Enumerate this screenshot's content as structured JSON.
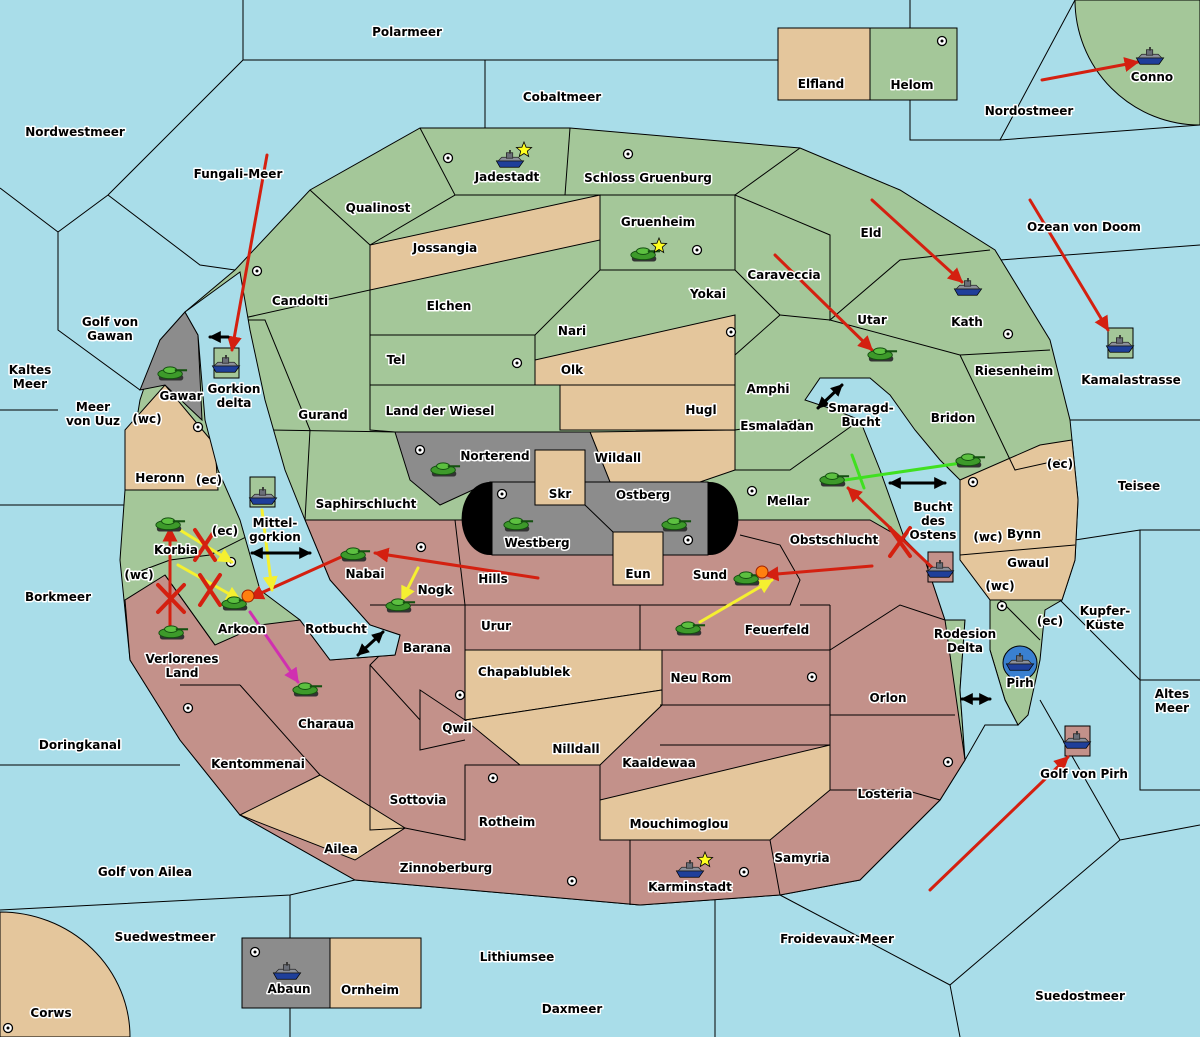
{
  "colors": {
    "sea": "#a9dde9",
    "green": "#a4c799",
    "tan": "#e4c69c",
    "red": "#c3918a",
    "gray": "#8c8c8c",
    "move": "#d42010",
    "support": "#f5f030",
    "convoy": "#d030b0",
    "ally": "#40e020"
  },
  "labels": [
    {
      "text": "Polarmeer",
      "kind": "sea"
    },
    {
      "text": "Cobaltmeer",
      "kind": "sea"
    },
    {
      "text": "Nordwestmeer",
      "kind": "sea"
    },
    {
      "text": "Fungali-Meer",
      "kind": "sea"
    },
    {
      "text": "Nordostmeer",
      "kind": "sea"
    },
    {
      "text": "Ozean von Doom",
      "kind": "sea"
    },
    {
      "text": "Golf von\nGawan",
      "kind": "sea"
    },
    {
      "text": "Kaltes\nMeer",
      "kind": "sea"
    },
    {
      "text": "Meer\nvon Uuz",
      "kind": "sea"
    },
    {
      "text": "Kamalastrasse",
      "kind": "sea"
    },
    {
      "text": "Teisee",
      "kind": "sea"
    },
    {
      "text": "Borkmeer",
      "kind": "sea"
    },
    {
      "text": "Kupfer-\nKüste",
      "kind": "sea"
    },
    {
      "text": "Altes\nMeer",
      "kind": "sea"
    },
    {
      "text": "Doringkanal",
      "kind": "sea"
    },
    {
      "text": "Golf von Pirh",
      "kind": "sea"
    },
    {
      "text": "Golf von Ailea",
      "kind": "sea"
    },
    {
      "text": "Suedwestmeer",
      "kind": "sea"
    },
    {
      "text": "Froidevaux-Meer",
      "kind": "sea"
    },
    {
      "text": "Lithiumsee",
      "kind": "sea"
    },
    {
      "text": "Daxmeer",
      "kind": "sea"
    },
    {
      "text": "Suedostmeer",
      "kind": "sea"
    },
    {
      "text": "Corws",
      "kind": "land"
    },
    {
      "text": "Rotbucht",
      "kind": "sea"
    },
    {
      "text": "Mittel-\ngorkion",
      "kind": "sea"
    },
    {
      "text": "Gorkion\ndelta",
      "kind": "sea"
    },
    {
      "text": "Smaragd-\nBucht",
      "kind": "sea"
    },
    {
      "text": "Bucht\ndes\nOstens",
      "kind": "sea"
    },
    {
      "text": "Rodesion\nDelta",
      "kind": "sea"
    },
    {
      "text": "Conno",
      "kind": "land"
    },
    {
      "text": "Elfland",
      "kind": "land"
    },
    {
      "text": "Helom",
      "kind": "land"
    },
    {
      "text": "Jadestadt",
      "kind": "land"
    },
    {
      "text": "Schloss Gruenburg",
      "kind": "land"
    },
    {
      "text": "Qualinost",
      "kind": "land"
    },
    {
      "text": "Gruenheim",
      "kind": "land"
    },
    {
      "text": "Jossangia",
      "kind": "land"
    },
    {
      "text": "Eld",
      "kind": "land"
    },
    {
      "text": "Caraveccia",
      "kind": "land"
    },
    {
      "text": "Candolti",
      "kind": "land"
    },
    {
      "text": "Elchen",
      "kind": "land"
    },
    {
      "text": "Yokai",
      "kind": "land"
    },
    {
      "text": "Nari",
      "kind": "land"
    },
    {
      "text": "Utar",
      "kind": "land"
    },
    {
      "text": "Kath",
      "kind": "land"
    },
    {
      "text": "Tel",
      "kind": "land"
    },
    {
      "text": "Olk",
      "kind": "land"
    },
    {
      "text": "Riesenheim",
      "kind": "land"
    },
    {
      "text": "Amphi",
      "kind": "land"
    },
    {
      "text": "Gawar",
      "kind": "land"
    },
    {
      "text": "Gurand",
      "kind": "land"
    },
    {
      "text": "Land der Wiesel",
      "kind": "land"
    },
    {
      "text": "Hugl",
      "kind": "land"
    },
    {
      "text": "Bridon",
      "kind": "land"
    },
    {
      "text": "Esmaladan",
      "kind": "land"
    },
    {
      "text": "Norterend",
      "kind": "land"
    },
    {
      "text": "Wildall",
      "kind": "land"
    },
    {
      "text": "Heronn",
      "kind": "land"
    },
    {
      "text": "(ec)",
      "kind": "coast"
    },
    {
      "text": "(ec)",
      "kind": "coast"
    },
    {
      "text": "Skr",
      "kind": "land"
    },
    {
      "text": "Ostberg",
      "kind": "land"
    },
    {
      "text": "Mellar",
      "kind": "land"
    },
    {
      "text": "Saphirschlucht",
      "kind": "land"
    },
    {
      "text": "Westberg",
      "kind": "land"
    },
    {
      "text": "Obstschlucht",
      "kind": "land"
    },
    {
      "text": "Bynn",
      "kind": "land"
    },
    {
      "text": "(wc)",
      "kind": "coast"
    },
    {
      "text": "(ec)",
      "kind": "coast"
    },
    {
      "text": "Korbia",
      "kind": "land"
    },
    {
      "text": "(wc)",
      "kind": "coast"
    },
    {
      "text": "Nabai",
      "kind": "land"
    },
    {
      "text": "Hills",
      "kind": "land"
    },
    {
      "text": "Nogk",
      "kind": "land"
    },
    {
      "text": "Eun",
      "kind": "land"
    },
    {
      "text": "Sund",
      "kind": "land"
    },
    {
      "text": "Gwaul",
      "kind": "land"
    },
    {
      "text": "(wc)",
      "kind": "coast"
    },
    {
      "text": "Arkoon",
      "kind": "land"
    },
    {
      "text": "Urur",
      "kind": "land"
    },
    {
      "text": "Feuerfeld",
      "kind": "land"
    },
    {
      "text": "(ec)",
      "kind": "coast"
    },
    {
      "text": "Barana",
      "kind": "land"
    },
    {
      "text": "Verlorenes\nLand",
      "kind": "land"
    },
    {
      "text": "Chapablublek",
      "kind": "land"
    },
    {
      "text": "Neu Rom",
      "kind": "land"
    },
    {
      "text": "Pirh",
      "kind": "land"
    },
    {
      "text": "Orlon",
      "kind": "land"
    },
    {
      "text": "Charaua",
      "kind": "land"
    },
    {
      "text": "Qwil",
      "kind": "land"
    },
    {
      "text": "Nilldall",
      "kind": "land"
    },
    {
      "text": "Kaaldewaa",
      "kind": "land"
    },
    {
      "text": "Kentommenai",
      "kind": "land"
    },
    {
      "text": "Losteria",
      "kind": "land"
    },
    {
      "text": "Sottovia",
      "kind": "land"
    },
    {
      "text": "Rotheim",
      "kind": "land"
    },
    {
      "text": "Mouchimoglou",
      "kind": "land"
    },
    {
      "text": "Ailea",
      "kind": "land"
    },
    {
      "text": "Samyria",
      "kind": "land"
    },
    {
      "text": "Zinnoberburg",
      "kind": "land"
    },
    {
      "text": "Karminstadt",
      "kind": "land"
    },
    {
      "text": "Abaun",
      "kind": "land"
    },
    {
      "text": "Ornheim",
      "kind": "land"
    },
    {
      "text": "(wc)",
      "kind": "coast"
    }
  ]
}
